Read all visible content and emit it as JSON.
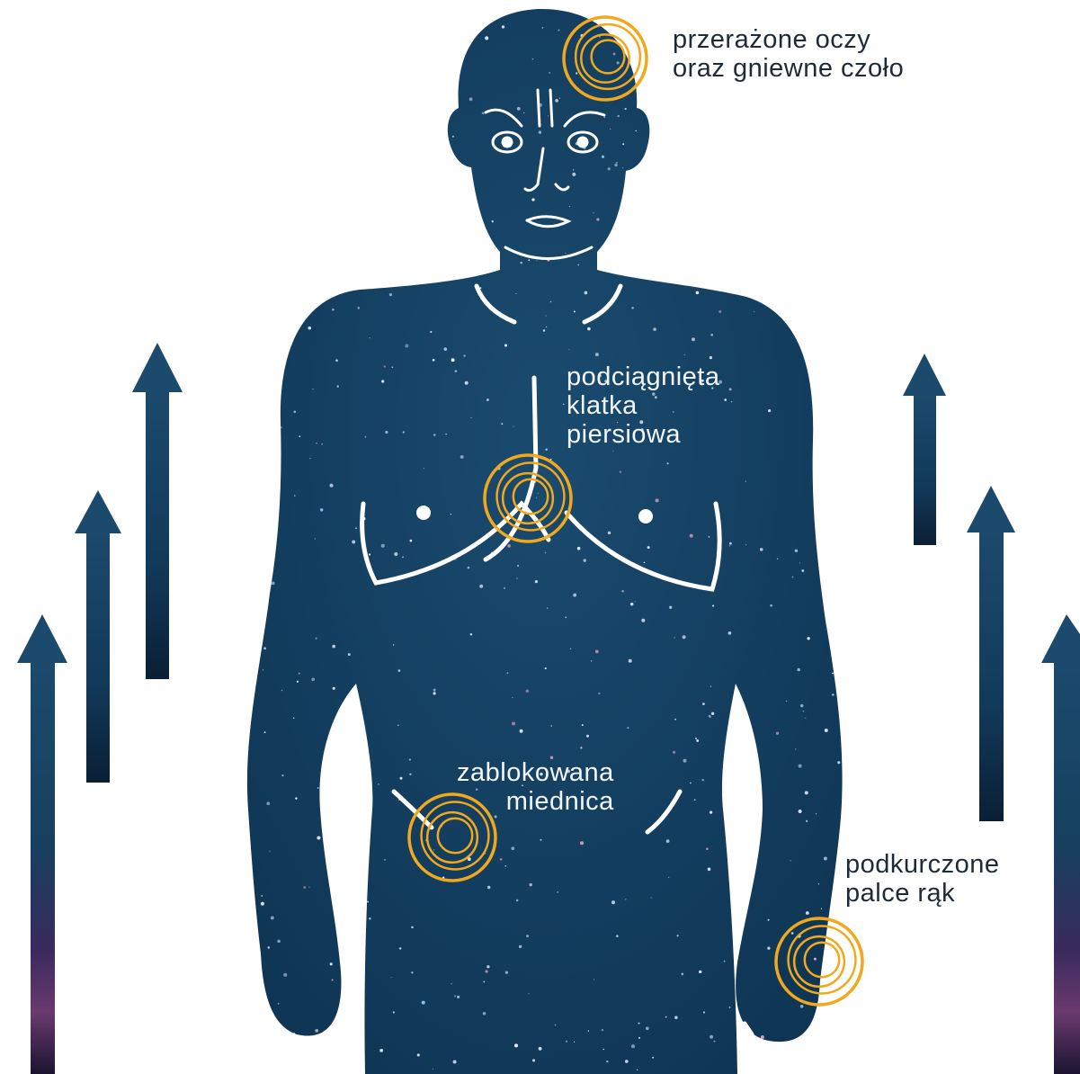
{
  "colors": {
    "figure": "#143e5c",
    "figure_dark": "#0b2a44",
    "accent_rings": "#f2a81d",
    "line_white": "#ffffff",
    "label_dark": "#1e2a38",
    "label_light": "#f3f6f9"
  },
  "labels": {
    "eyes": {
      "line1": "przerażone oczy",
      "line2": "oraz gniewne czoło"
    },
    "chest": {
      "line1": "podciągnięta",
      "line2": "klatka",
      "line3": "piersiowa"
    },
    "pelvis": {
      "line1": "zablokowana",
      "line2": "miednica"
    },
    "fingers": {
      "line1": "podkurczone",
      "line2": "palce rąk"
    }
  },
  "icons": {
    "rings": "concentric-rings-icon",
    "arrow": "up-arrow-icon",
    "figure": "human-figure-icon"
  },
  "arrows_count": 6,
  "rings_count": 4
}
